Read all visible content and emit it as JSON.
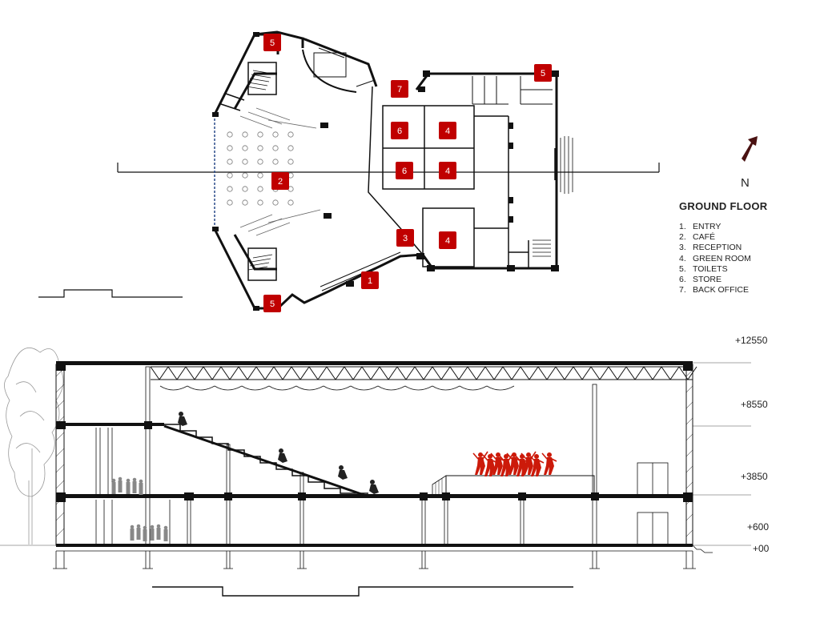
{
  "north_label": "N",
  "legend": {
    "title": "GROUND FLOOR",
    "items": [
      {
        "num": "1.",
        "label": "ENTRY"
      },
      {
        "num": "2.",
        "label": "CAFÉ"
      },
      {
        "num": "3.",
        "label": "RECEPTION"
      },
      {
        "num": "4.",
        "label": "GREEN ROOM"
      },
      {
        "num": "5.",
        "label": "TOILETS"
      },
      {
        "num": "6.",
        "label": "STORE"
      },
      {
        "num": "7.",
        "label": "BACK OFFICE"
      }
    ]
  },
  "plan_tags": [
    "5",
    "5",
    "5",
    "7",
    "6",
    "4",
    "6",
    "4",
    "2",
    "3",
    "4",
    "1"
  ],
  "section_levels": [
    "+12550",
    "+8550",
    "+3850",
    "+600",
    "+00"
  ],
  "colors": {
    "tag_red": "#c00000",
    "figure_red": "#cc1a0a",
    "line": "#111111",
    "dash_blue": "#2a4a8a"
  }
}
